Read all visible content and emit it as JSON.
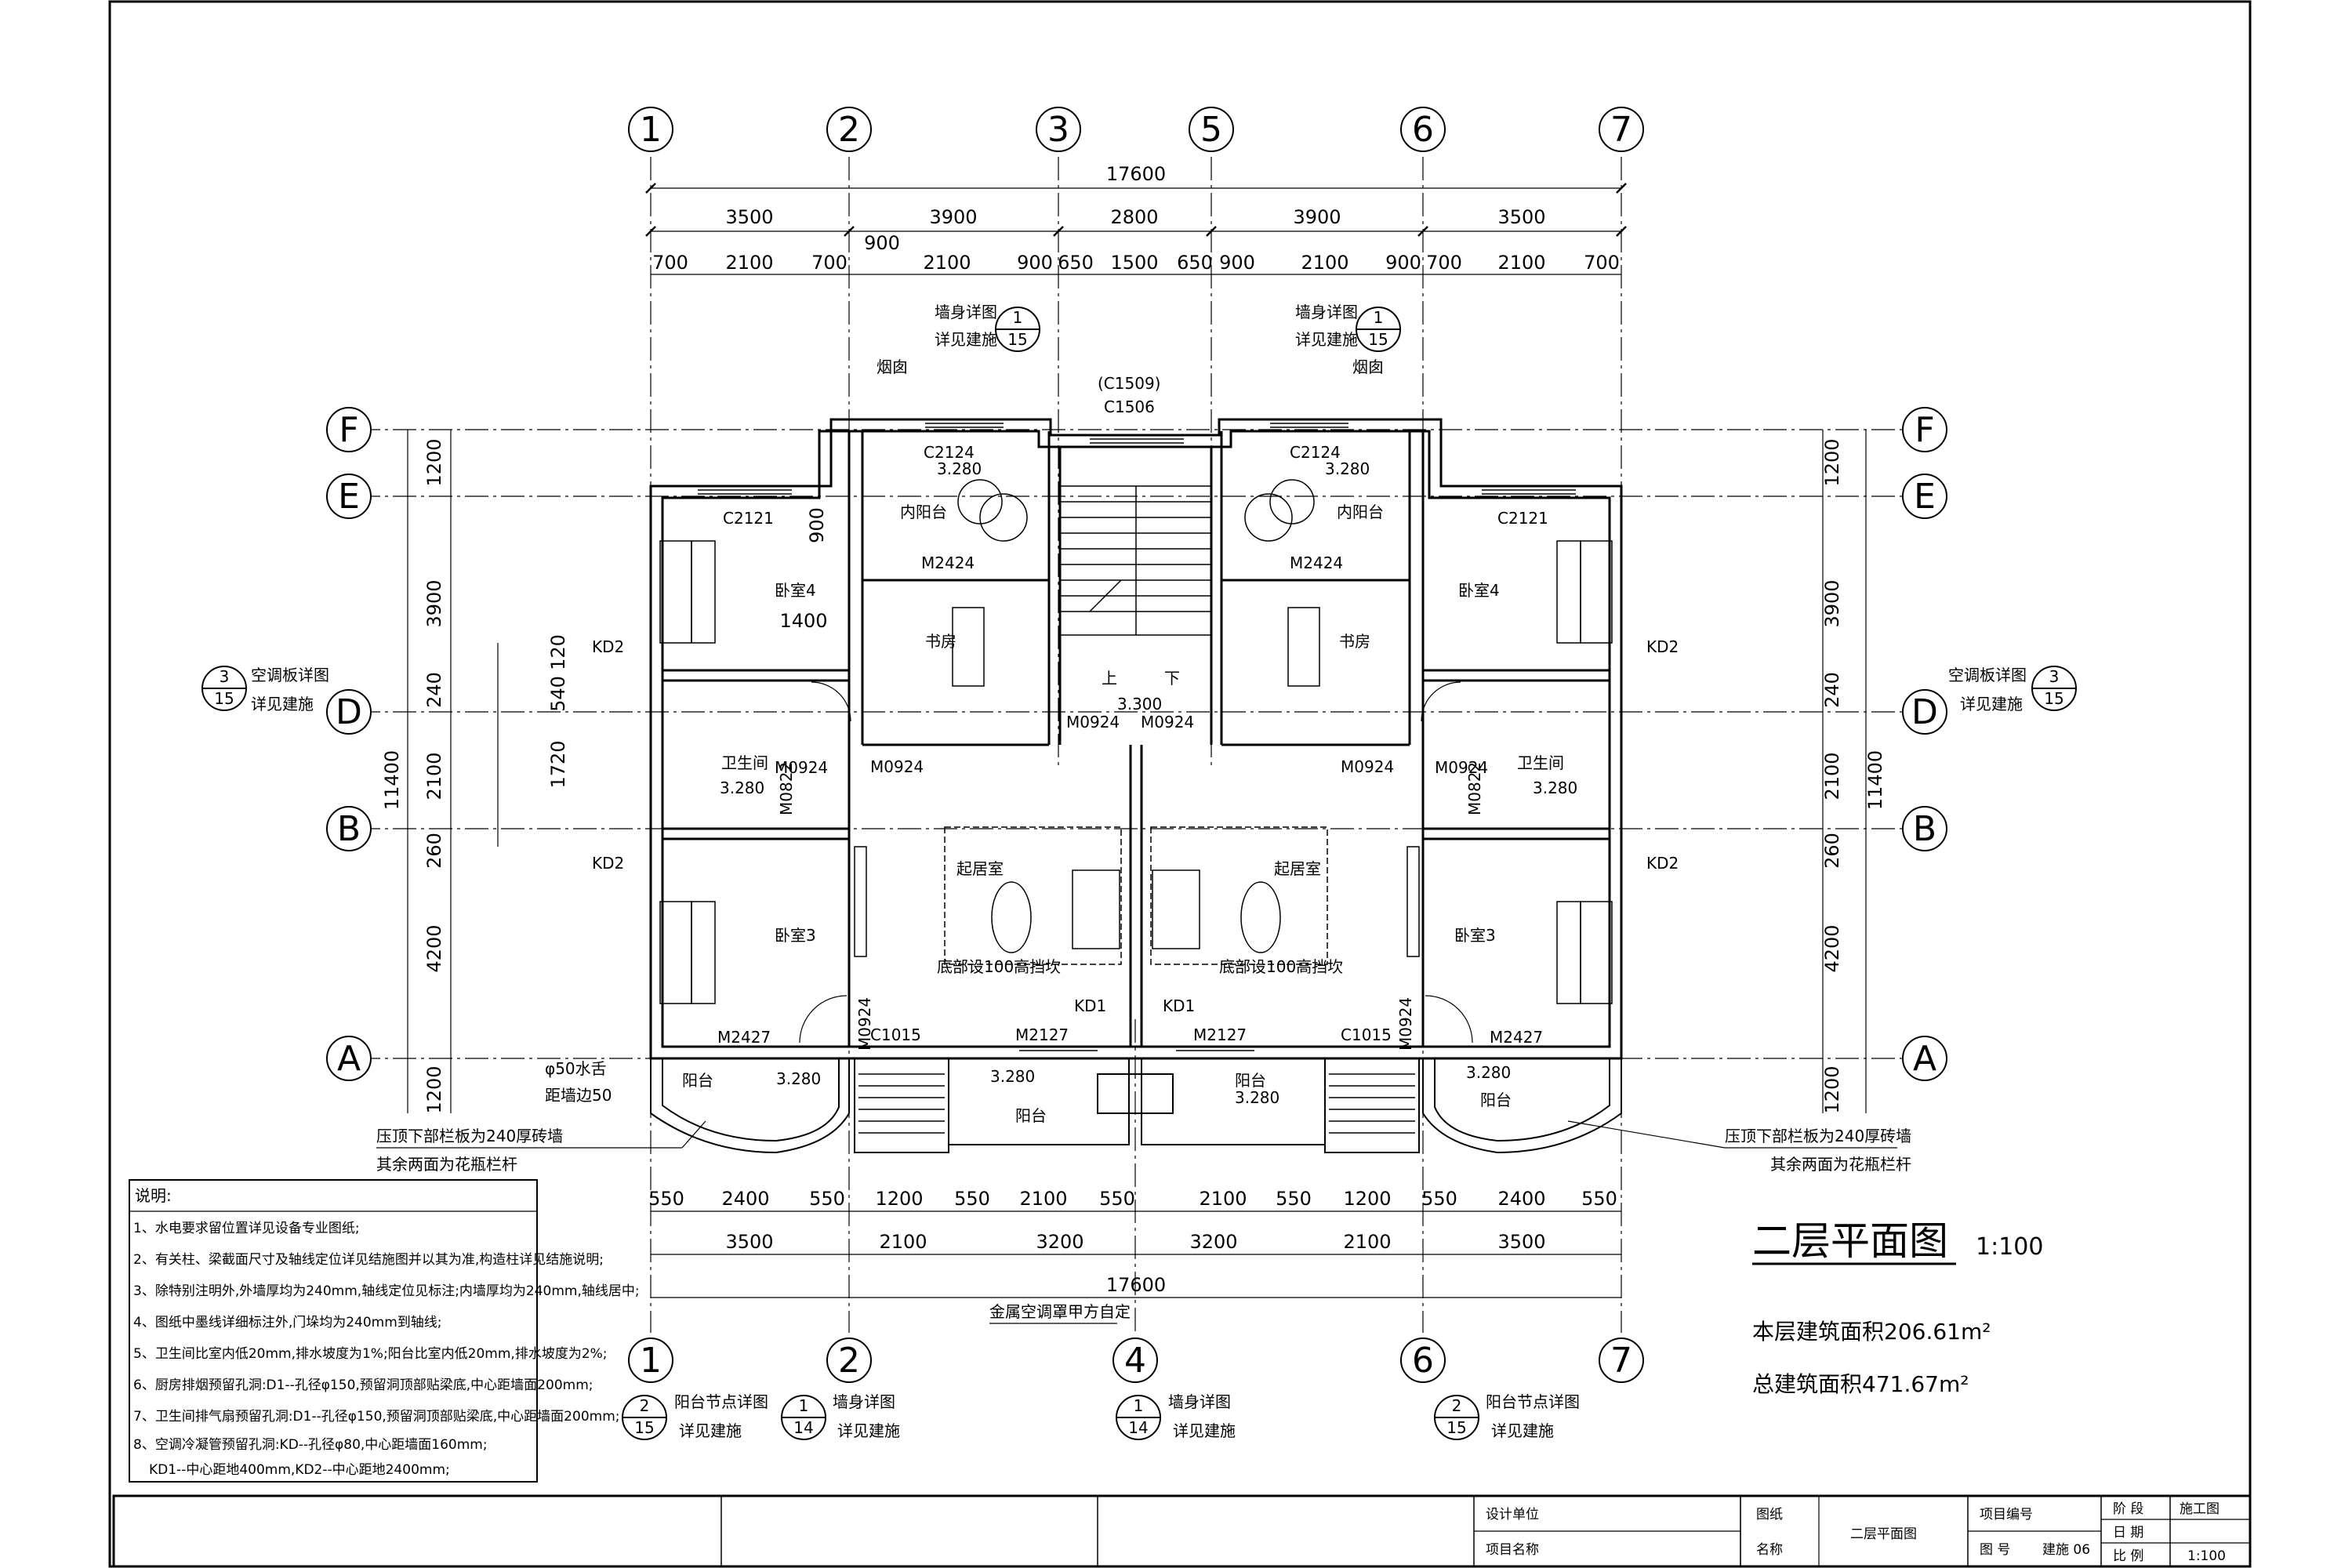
{
  "plan": {
    "title": "二层平面图",
    "scale": "1:100",
    "floor_area": "本层建筑面积206.61m²",
    "total_area": "总建筑面积471.67m²"
  },
  "axes": {
    "top": [
      "1",
      "2",
      "3",
      "5",
      "6",
      "7"
    ],
    "bottom": [
      "1",
      "2",
      "4",
      "6",
      "7"
    ],
    "left": [
      "F",
      "E",
      "D",
      "B",
      "A"
    ],
    "right": [
      "F",
      "E",
      "D",
      "B",
      "A"
    ]
  },
  "dims": {
    "top_total": "17600",
    "top_row1": [
      "3500",
      "3900",
      "2800",
      "3900",
      "3500"
    ],
    "top_row2": [
      "700",
      "2100",
      "700",
      "2100",
      "900",
      "650",
      "1500",
      "650",
      "900",
      "2100",
      "900",
      "700",
      "2100",
      "700"
    ],
    "top_900": "900",
    "bottom_total": "17600",
    "bottom_row1": [
      "3500",
      "2100",
      "3200",
      "3200",
      "2100",
      "3500"
    ],
    "bottom_row2": [
      "550",
      "2400",
      "550",
      "1200",
      "550",
      "2100",
      "550",
      "2100",
      "550",
      "1200",
      "550",
      "2400",
      "550"
    ],
    "left_total": "11400",
    "left_row1": [
      "1200",
      "3900",
      "240",
      "2100",
      "260",
      "4200",
      "1200"
    ],
    "left_row2": [
      "900",
      "1400",
      "540",
      "1720",
      "120"
    ],
    "right_total": "11400",
    "right_row1": [
      "1200",
      "3900",
      "240",
      "2100",
      "260",
      "4200",
      "1200"
    ]
  },
  "rooms": [
    {
      "name": "卧室4"
    },
    {
      "name": "卧室4"
    },
    {
      "name": "书房"
    },
    {
      "name": "书房"
    },
    {
      "name": "卫生间"
    },
    {
      "name": "卫生间"
    },
    {
      "name": "起居室"
    },
    {
      "name": "起居室"
    },
    {
      "name": "卧室3"
    },
    {
      "name": "卧室3"
    },
    {
      "name": "内阳台"
    },
    {
      "name": "内阳台"
    },
    {
      "name": "阳台"
    },
    {
      "name": "阳台"
    },
    {
      "name": "阳台"
    },
    {
      "name": "阳台"
    }
  ],
  "tags": {
    "c2124": "C2124",
    "c2121": "C2121",
    "m2424": "M2424",
    "m0924": "M0924",
    "m0822": "M0822",
    "m2427": "M2427",
    "m2127": "M2127",
    "c1015": "C1015",
    "c1506": "C1506",
    "c1509": "(C1509)",
    "kd1": "KD1",
    "kd2": "KD2",
    "elev_3280": "3.280",
    "elev_3300": "3.300",
    "chimney": "烟囱",
    "stair_up": "上",
    "stair_down": "下",
    "sofa_note": "底部设100高挡坎"
  },
  "callouts": {
    "wall_detail": "墙身详图",
    "see_arch": "详见建施",
    "ac_detail": "空调板详图",
    "balcony_detail": "阳台节点详图",
    "pipe_note_1": "φ50水舌",
    "pipe_note_2": "距墙边50",
    "rail_note_1": "压顶下部栏板为240厚砖墙",
    "rail_note_2": "其余两面为花瓶栏杆",
    "ac_cover": "金属空调罩甲方自定"
  },
  "notes": {
    "header": "说明:",
    "lines": [
      "1、水电要求留位置详见设备专业图纸;",
      "2、有关柱、梁截面尺寸及轴线定位详见结施图并以其为准,构造柱详见结施说明;",
      "3、除特别注明外,外墙厚均为240mm,轴线定位见标注;内墙厚均为240mm,轴线居中;",
      "4、图纸中墨线详细标注外,门垛均为240mm到轴线;",
      "5、卫生间比室内低20mm,排水坡度为1%;阳台比室内低20mm,排水坡度为2%;",
      "6、厨房排烟预留孔洞:D1--孔径φ150,预留洞顶部贴梁底,中心距墙面200mm;",
      "7、卫生间排气扇预留孔洞:D1--孔径φ150,预留洞顶部贴梁底,中心距墙面200mm;",
      "8、空调冷凝管预留孔洞:KD--孔径φ80,中心距墙面160mm;",
      "KD1--中心距地400mm,KD2--中心距地2400mm;"
    ]
  },
  "titleblock": {
    "design_unit": "设计单位",
    "project_name": "项目名称",
    "drawing_label": "图纸",
    "name_label": "名称",
    "drawing_name": "二层平面图",
    "project_no": "项目编号",
    "drawing_no_label": "图 号",
    "drawing_no": "建施 06",
    "stage_label": "阶 段",
    "stage_value": "施工图",
    "date_label": "日 期",
    "scale_label": "比 例",
    "scale_value": "1:100"
  }
}
